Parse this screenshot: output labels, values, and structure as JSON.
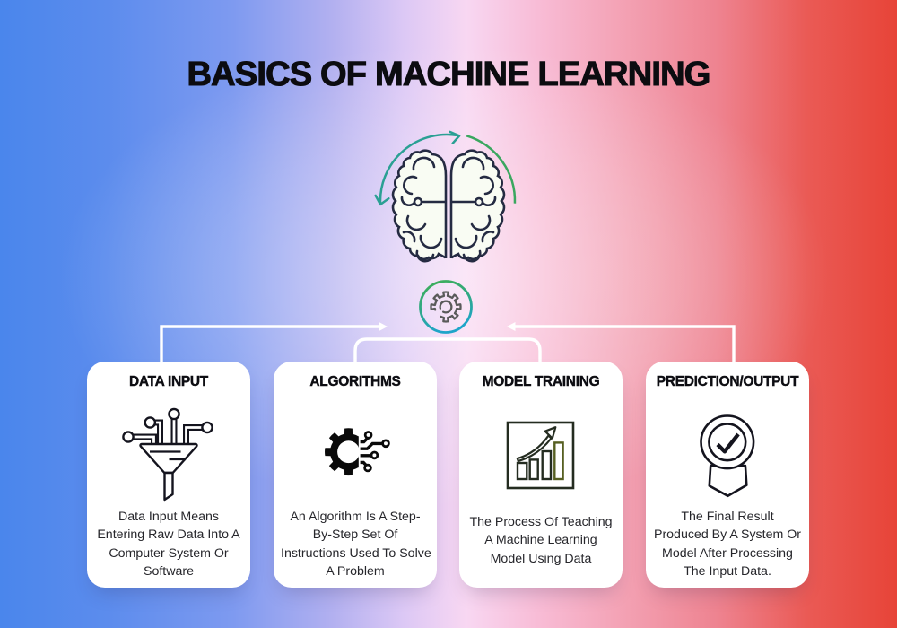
{
  "title": "BASICS OF MACHINE LEARNING",
  "colors": {
    "background_left": "#4a86ec",
    "background_middle": "#f8d7f2",
    "background_right": "#e74438",
    "card_background": "#ffffff",
    "title_text": "#0c0c10",
    "card_title_text": "#0d0d12",
    "card_body_text": "#26262b",
    "connector_lines": "#ffffff",
    "rotation_arrow_teal": "#2aa094",
    "rotation_arrow_green": "#3aa75f",
    "gear_ring_gradient_top": "#3fae53",
    "gear_ring_gradient_bottom": "#1ea5c9",
    "gear_gray": "#5a5a5a",
    "brain_outline": "#252b42",
    "icon_ink": "#14141e",
    "chart_bar_olive": "#565f21"
  },
  "hero": {
    "brain_icon": "brain-icon",
    "rotation_arrows": [
      "rotation-arrow-teal",
      "rotation-arrow-green"
    ],
    "process_icon": "gear-in-circle-icon"
  },
  "cards": [
    {
      "title": "DATA INPUT",
      "icon": "data-funnel-icon",
      "body": "Data Input Means\nEntering Raw Data Into A\nComputer System Or\nSoftware"
    },
    {
      "title": "ALGORITHMS",
      "icon": "algorithm-gear-circuit-icon",
      "body": "An Algorithm Is A Step-\nBy-Step Set Of\nInstructions Used To Solve\nA Problem"
    },
    {
      "title": "MODEL TRAINING",
      "icon": "growth-chart-icon",
      "body": "The Process Of Teaching\nA Machine Learning\nModel Using Data"
    },
    {
      "title": "PREDICTION/OUTPUT",
      "icon": "award-checkmark-icon",
      "body": "The Final Result\nProduced By A System Or\nModel After Processing\nThe Input Data."
    }
  ]
}
